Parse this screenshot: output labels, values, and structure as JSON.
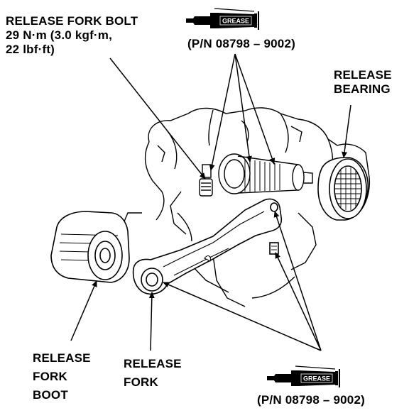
{
  "labels": {
    "release_fork_bolt": {
      "name": "RELEASE FORK BOLT",
      "torque_nm": "29 N·m (3.0 kgf·m,",
      "torque_lbf": "22 lbf·ft)"
    },
    "grease_top": {
      "tube_text": "GREASE",
      "part_number": "(P/N 08798 – 9002)"
    },
    "release_bearing": {
      "line1": "RELEASE",
      "line2": "BEARING"
    },
    "release_fork_boot": {
      "line1": "RELEASE",
      "line2": "FORK",
      "line3": "BOOT"
    },
    "release_fork": {
      "line1": "RELEASE",
      "line2": "FORK"
    },
    "grease_bottom": {
      "tube_text": "GREASE",
      "part_number": "(P/N 08798 – 9002)"
    }
  },
  "colors": {
    "ink": "#000000",
    "paper": "#ffffff"
  },
  "icons": [
    "grease-tube-icon"
  ]
}
